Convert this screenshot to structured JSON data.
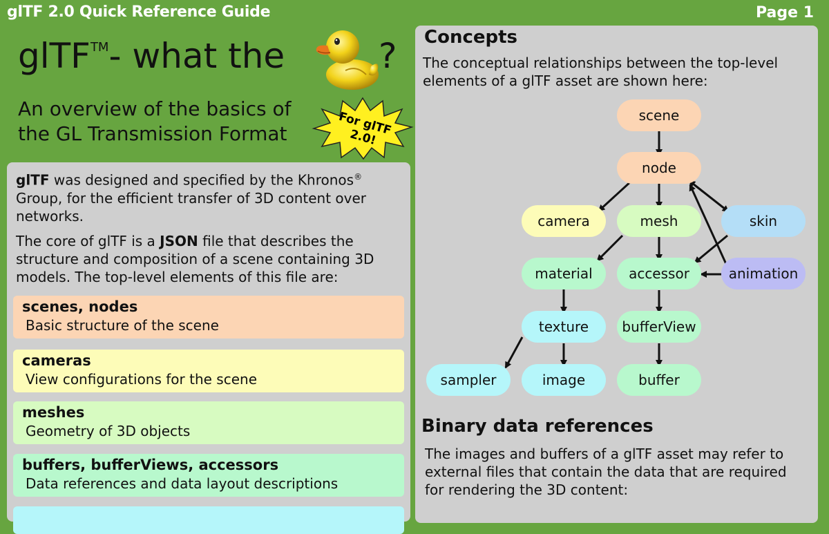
{
  "header": {
    "title": "glTF 2.0 Quick Reference Guide",
    "page": "Page 1"
  },
  "hero": {
    "title_prefix": "glTF",
    "trademark": "TM",
    "title_middle": "- what the",
    "question": "?"
  },
  "subtitle": {
    "line1": "An overview of the basics of",
    "line2": "the GL Transmission Format"
  },
  "badge": {
    "line1": "For glTF",
    "line2": "2.0!"
  },
  "intro": {
    "p1_bold": "glTF",
    "p1_text": " was designed and specified by the Khronos",
    "p1_reg": "®",
    "p1_rest": " Group, for the efficient transfer of 3D content over networks.",
    "p2_start": "The core of glTF is a ",
    "p2_bold": "JSON",
    "p2_rest": " file that describes the structure and composition of a scene containing 3D models. The top-level elements of this file are:"
  },
  "elements": [
    {
      "name": "scenes, nodes",
      "desc": "Basic structure of the scene",
      "color": "#fcd5b4"
    },
    {
      "name": "cameras",
      "desc": "View configurations for the scene",
      "color": "#fdfcb8"
    },
    {
      "name": "meshes",
      "desc": "Geometry of 3D objects",
      "color": "#d7fbc1"
    },
    {
      "name": "buffers, bufferViews, accessors",
      "desc": "Data references and data layout descriptions",
      "color": "#b8f8cd"
    }
  ],
  "concepts": {
    "heading": "Concepts",
    "text1": "The conceptual relationships between the top-level",
    "text2": "elements of a glTF asset are shown here:",
    "nodes": {
      "scene": "scene",
      "node": "node",
      "camera": "camera",
      "mesh": "mesh",
      "skin": "skin",
      "material": "material",
      "accessor": "accessor",
      "animation": "animation",
      "texture": "texture",
      "bufferView": "bufferView",
      "sampler": "sampler",
      "image": "image",
      "buffer": "buffer"
    }
  },
  "binary": {
    "heading": "Binary data references",
    "text1": "The images and buffers of a glTF asset may refer to",
    "text2": "external files that contain the data that are required",
    "text3": "for rendering the 3D content:"
  },
  "colors": {
    "background": "#67a540",
    "panel": "#cfcfcf",
    "scene_node": "#fcd5b4",
    "camera": "#fdfcb8",
    "mesh": "#d7fbc1",
    "skin": "#b4def7",
    "animation": "#bcbcf4",
    "accessor_group": "#b8f8cd",
    "texture_group": "#b5f6fa"
  }
}
